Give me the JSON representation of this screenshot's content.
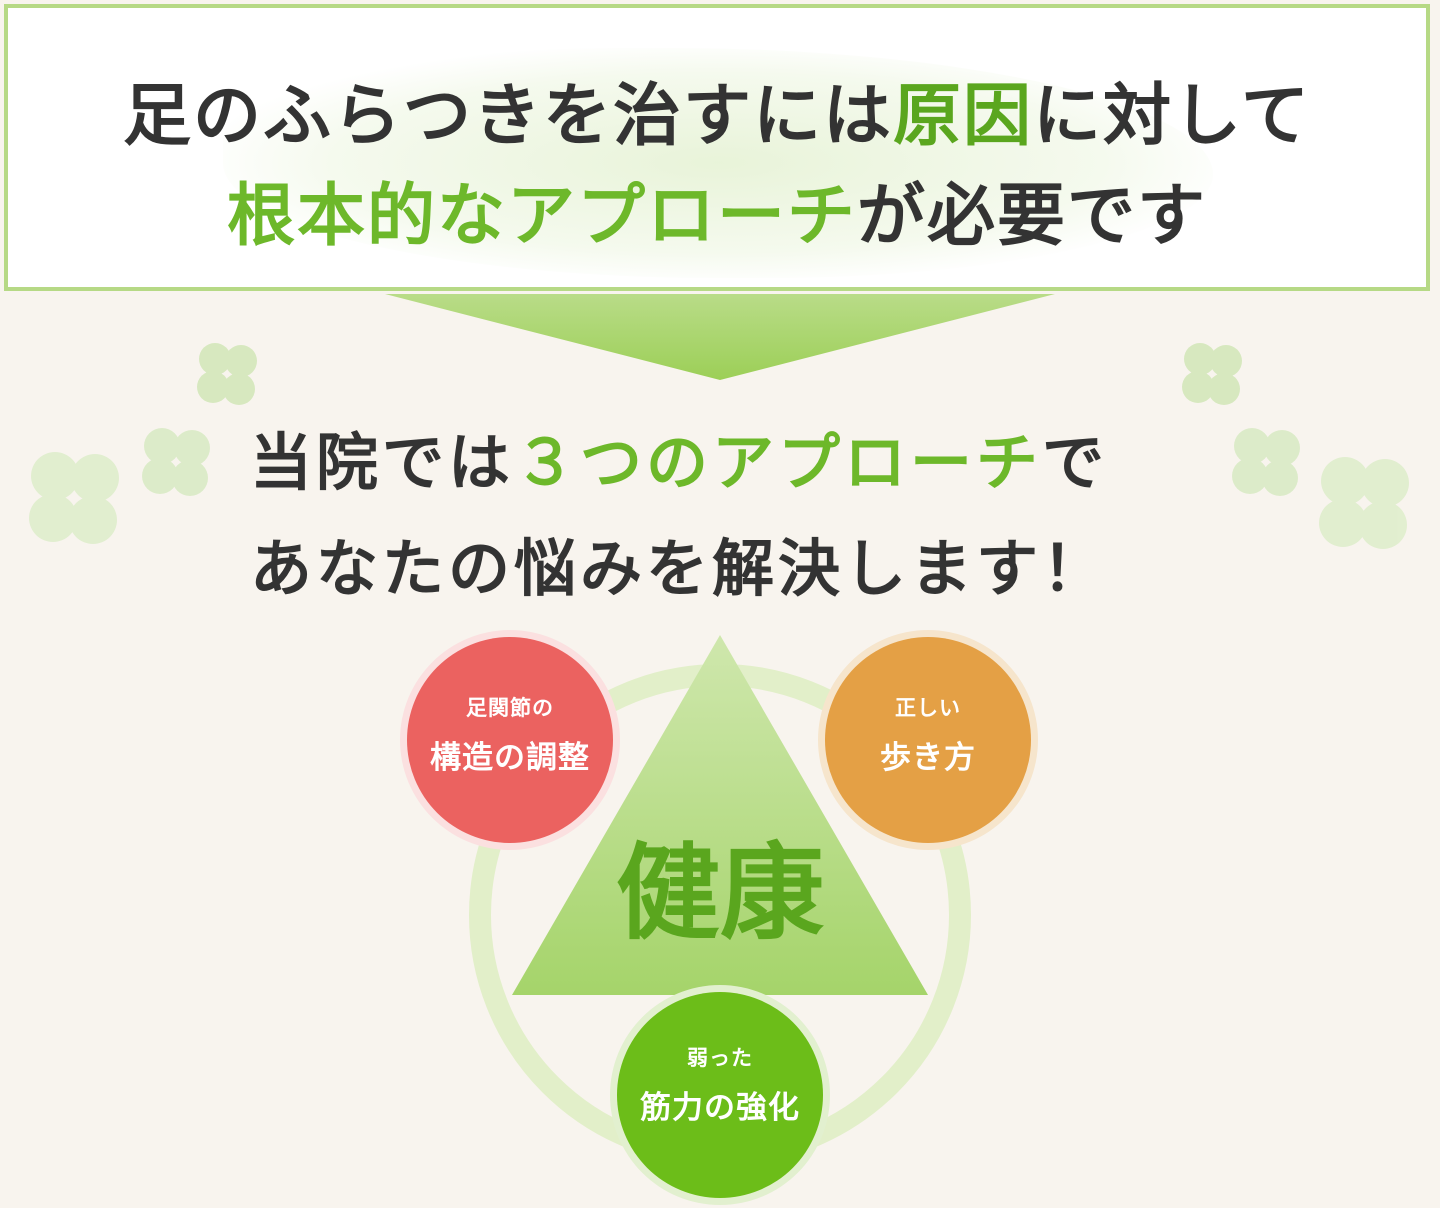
{
  "header": {
    "line1_a": "足のふらつきを治すには",
    "line1_b": "原因",
    "line1_c": "に対して",
    "line2_a": "根本的なアプローチ",
    "line2_b": "が必要です"
  },
  "approach": {
    "line1_a": "当院では",
    "line1_b": "３つのアプローチ",
    "line1_c": "で",
    "line2": "あなたの悩みを解決します！"
  },
  "diagram": {
    "center": "健康",
    "red": {
      "small": "足関節の",
      "big": "構造の調整"
    },
    "orange": {
      "small": "正しい",
      "big": "歩き方"
    },
    "green": {
      "small": "弱った",
      "big": "筋力の強化"
    }
  },
  "colors": {
    "accent_green": "#6db82a",
    "frame_green": "#b6d985",
    "red": "#eb6260",
    "orange": "#e4a045",
    "green": "#6cbd19",
    "background": "#f8f4ee"
  }
}
